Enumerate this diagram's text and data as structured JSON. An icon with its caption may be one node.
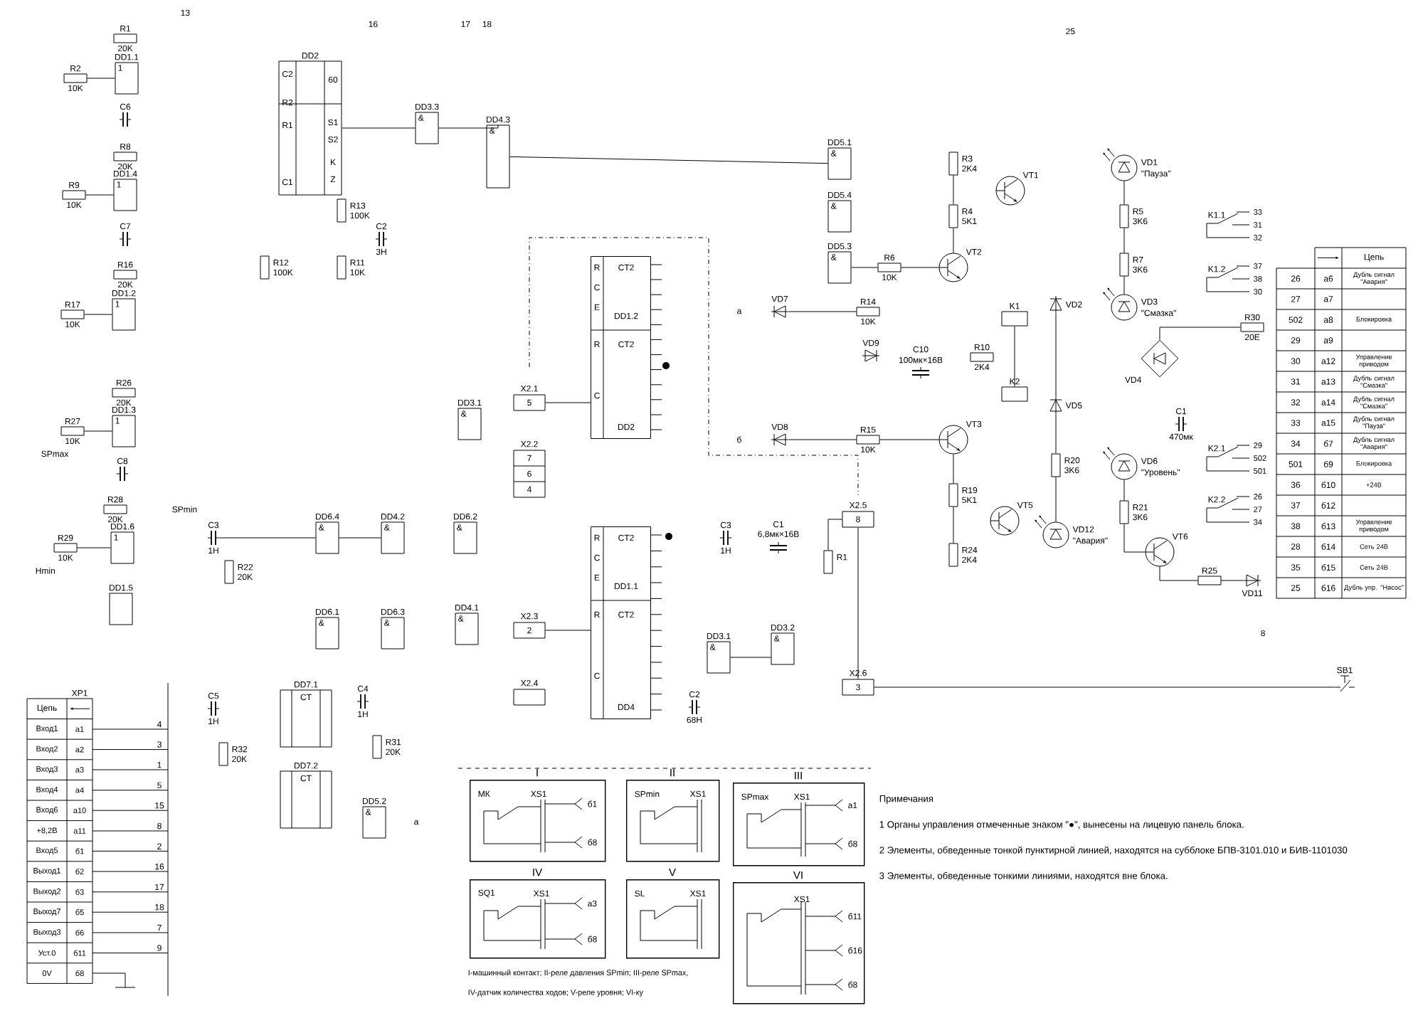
{
  "diagram": {
    "nodes": [
      {
        "text": [
          "R1",
          "20K"
        ]
      },
      {
        "text": [
          "R2",
          "10K"
        ]
      },
      {
        "text": [
          "DD1.1",
          "1"
        ]
      },
      {
        "text": [
          "C6"
        ]
      },
      {
        "text": [
          "R8",
          "20K"
        ]
      },
      {
        "text": [
          "R9",
          "10K"
        ]
      },
      {
        "text": [
          "DD1.4",
          "1"
        ]
      },
      {
        "text": [
          "C7"
        ]
      },
      {
        "text": [
          "R16",
          "20K"
        ]
      },
      {
        "text": [
          "R17",
          "10K"
        ]
      },
      {
        "text": [
          "DD1.2",
          "1"
        ]
      },
      {
        "text": [
          "R26",
          "20K"
        ]
      },
      {
        "text": [
          "R27",
          "10K"
        ]
      },
      {
        "text": [
          "DD1.3",
          "1"
        ]
      },
      {
        "text": [
          "C8"
        ]
      },
      {
        "text": [
          "R28",
          "20K"
        ]
      },
      {
        "text": [
          "R29",
          "10K"
        ]
      },
      {
        "text": [
          "DD1.6",
          "1"
        ]
      },
      {
        "text": [
          "DD1.5"
        ]
      },
      {
        "text": [
          "DD2",
          "C2",
          "R2",
          "R1",
          "C1",
          "60",
          "S1",
          "S2",
          "K",
          "Z"
        ]
      },
      {
        "text": [
          "DD3.3",
          "&"
        ]
      },
      {
        "text": [
          "R13",
          "100K"
        ]
      },
      {
        "text": [
          "R12",
          "100K"
        ]
      },
      {
        "text": [
          "R11",
          "10K"
        ]
      },
      {
        "text": [
          "C2",
          "3Н"
        ]
      },
      {
        "text": [
          "DD4.3",
          "&"
        ]
      },
      {
        "text": [
          "DD5.1",
          "&"
        ]
      },
      {
        "text": [
          "DD5.4",
          "&"
        ]
      },
      {
        "text": [
          "DD5.3",
          "&"
        ]
      },
      {
        "text": [
          "R6",
          "10K"
        ]
      },
      {
        "text": [
          "R14",
          "10K"
        ]
      },
      {
        "text": [
          "VD7"
        ]
      },
      {
        "text": [
          "VD8"
        ]
      },
      {
        "text": [
          "VD9"
        ]
      },
      {
        "text": [
          "C10",
          "100мк×16В"
        ]
      },
      {
        "text": [
          "R15",
          "10K"
        ]
      },
      {
        "text": [
          "R10",
          "2K4"
        ]
      },
      {
        "text": [
          "R3",
          "2K4"
        ]
      },
      {
        "text": [
          "R4",
          "5K1"
        ]
      },
      {
        "text": [
          "VT1"
        ]
      },
      {
        "text": [
          "VT2"
        ]
      },
      {
        "text": [
          "VT3"
        ]
      },
      {
        "text": [
          "R19",
          "5K1"
        ]
      },
      {
        "text": [
          "R24",
          "2K4"
        ]
      },
      {
        "text": [
          "VT5"
        ]
      },
      {
        "text": [
          "K1"
        ]
      },
      {
        "text": [
          "K2"
        ]
      },
      {
        "text": [
          "VD2"
        ]
      },
      {
        "text": [
          "VD5"
        ]
      },
      {
        "text": [
          "R20",
          "3K6"
        ]
      },
      {
        "text": [
          "VD12",
          "\"Авария\""
        ]
      },
      {
        "text": [
          "VD1",
          "\"Пауза\""
        ]
      },
      {
        "text": [
          "R5",
          "3K6"
        ]
      },
      {
        "text": [
          "R7",
          "3K6"
        ]
      },
      {
        "text": [
          "VD3",
          "\"Смазка\""
        ]
      },
      {
        "text": [
          "VD4"
        ]
      },
      {
        "text": [
          "C1",
          "470мк"
        ]
      },
      {
        "text": [
          "VD6",
          "\"Уровень\""
        ]
      },
      {
        "text": [
          "R21",
          "3K6"
        ]
      },
      {
        "text": [
          "VT6"
        ]
      },
      {
        "text": [
          "R25"
        ]
      },
      {
        "text": [
          "VD11"
        ]
      },
      {
        "text": [
          "R30",
          "20Е"
        ]
      },
      {
        "text": [
          "K1.1",
          "33",
          "31",
          "32"
        ]
      },
      {
        "text": [
          "K1.2",
          "37",
          "38",
          "30"
        ]
      },
      {
        "text": [
          "K2.1",
          "29",
          "502",
          "501"
        ]
      },
      {
        "text": [
          "K2.2",
          "26",
          "27",
          "34"
        ]
      },
      {
        "text": [
          "X2.1",
          "5"
        ]
      },
      {
        "text": [
          "DD1.2",
          "DD2",
          "R",
          "C",
          "E",
          "CT2",
          "R",
          "CT2",
          "C"
        ]
      },
      {
        "text": [
          "X2.2",
          "7",
          "6",
          "4"
        ]
      },
      {
        "text": [
          "X2.3",
          "2"
        ]
      },
      {
        "text": [
          "X2.4"
        ]
      },
      {
        "text": [
          "DD1.1",
          "DD4",
          "R",
          "C",
          "E",
          "CT2",
          "R",
          "CT2",
          "C"
        ]
      },
      {
        "text": [
          "C3",
          "1Н"
        ]
      },
      {
        "text": [
          "C1",
          "6,8мк×16В"
        ]
      },
      {
        "text": [
          "R1"
        ]
      },
      {
        "text": [
          "X2.5",
          "8"
        ]
      },
      {
        "text": [
          "X2.6",
          "3"
        ]
      },
      {
        "text": [
          "DD3.1",
          "&"
        ]
      },
      {
        "text": [
          "DD3.2",
          "&"
        ]
      },
      {
        "text": [
          "C2",
          "68Н"
        ]
      },
      {
        "text": [
          "C3",
          "1Н"
        ]
      },
      {
        "text": [
          "R22",
          "20K"
        ]
      },
      {
        "text": [
          "DD6.4",
          "&"
        ]
      },
      {
        "text": [
          "DD4.2",
          "&"
        ]
      },
      {
        "text": [
          "DD6.2",
          "&"
        ]
      },
      {
        "text": [
          "DD3.1",
          "&"
        ]
      },
      {
        "text": [
          "DD6.1",
          "&"
        ]
      },
      {
        "text": [
          "DD6.3",
          "&"
        ]
      },
      {
        "text": [
          "DD4.1",
          "&"
        ]
      },
      {
        "text": [
          "DD7.1",
          "CT"
        ]
      },
      {
        "text": [
          "DD7.2",
          "CT"
        ]
      },
      {
        "text": [
          "DD5.2",
          "&"
        ]
      },
      {
        "text": [
          "C5",
          "1Н"
        ]
      },
      {
        "text": [
          "R32",
          "20K"
        ]
      },
      {
        "text": [
          "C4",
          "1Н"
        ]
      },
      {
        "text": [
          "R31",
          "20K"
        ]
      },
      {
        "text": [
          "SB1"
        ]
      },
      {
        "text": [
          "I",
          "МК",
          "XS1",
          "б1",
          "б8"
        ]
      },
      {
        "text": [
          "II",
          "SPmin",
          "XS1"
        ]
      },
      {
        "text": [
          "III",
          "SPmax",
          "XS1",
          "а1",
          "б8"
        ]
      },
      {
        "text": [
          "IV",
          "SQ1",
          "XS1",
          "а3",
          "б8"
        ]
      },
      {
        "text": [
          "V",
          "SL",
          "XS1"
        ]
      },
      {
        "text": [
          "VI",
          "XS1",
          "б11",
          "б16",
          "б8"
        ]
      }
    ],
    "edges": [
      {
        "from": 1,
        "to": 2,
        "arrow": "none"
      },
      {
        "from": 5,
        "to": 6,
        "arrow": "none"
      },
      {
        "from": 9,
        "to": 10,
        "arrow": "none"
      },
      {
        "from": 12,
        "to": 13,
        "arrow": "none"
      },
      {
        "from": 16,
        "to": 17,
        "arrow": "none"
      },
      {
        "from": 19,
        "to": 20,
        "arrow": "none"
      },
      {
        "from": 20,
        "to": 25,
        "arrow": "none"
      },
      {
        "from": 25,
        "to": 26,
        "arrow": "none"
      },
      {
        "from": 28,
        "to": 29,
        "arrow": "none"
      },
      {
        "from": 29,
        "to": 40,
        "arrow": "none"
      },
      {
        "from": 31,
        "to": 30,
        "arrow": "none"
      },
      {
        "from": 32,
        "to": 35,
        "arrow": "none"
      },
      {
        "from": 35,
        "to": 41,
        "arrow": "none"
      },
      {
        "from": 37,
        "to": 38,
        "arrow": "none"
      },
      {
        "from": 38,
        "to": 40,
        "arrow": "none"
      },
      {
        "from": 41,
        "to": 42,
        "arrow": "none"
      },
      {
        "from": 42,
        "to": 43,
        "arrow": "none"
      },
      {
        "from": 45,
        "to": 46,
        "arrow": "none"
      },
      {
        "from": 47,
        "to": 48,
        "arrow": "none"
      },
      {
        "from": 48,
        "to": 49,
        "arrow": "none"
      },
      {
        "from": 49,
        "to": 50,
        "arrow": "none"
      },
      {
        "from": 51,
        "to": 52,
        "arrow": "none"
      },
      {
        "from": 52,
        "to": 53,
        "arrow": "none"
      },
      {
        "from": 53,
        "to": 54,
        "arrow": "none"
      },
      {
        "from": 57,
        "to": 58,
        "arrow": "none"
      },
      {
        "from": 58,
        "to": 59,
        "arrow": "none"
      },
      {
        "from": 59,
        "to": 60,
        "arrow": "none"
      },
      {
        "from": 60,
        "to": 61,
        "arrow": "none"
      },
      {
        "from": 62,
        "to": 55,
        "arrow": "none"
      },
      {
        "from": 67,
        "to": 68,
        "arrow": "none"
      },
      {
        "from": 70,
        "to": 72,
        "arrow": "none"
      },
      {
        "from": 76,
        "to": 75,
        "arrow": "none"
      },
      {
        "from": 76,
        "to": 77,
        "arrow": "none"
      },
      {
        "from": 77,
        "to": 97,
        "arrow": "none"
      },
      {
        "from": 81,
        "to": 83,
        "arrow": "none"
      },
      {
        "from": 83,
        "to": 84,
        "arrow": "none"
      },
      {
        "from": 78,
        "to": 79,
        "arrow": "none"
      }
    ],
    "labels": [
      "13",
      "16",
      "17",
      "18",
      "25",
      "SPmax",
      "SPmin",
      "Hmin",
      "а",
      "б",
      "8",
      "а",
      "XP1",
      "Цепь",
      "Вход1",
      "а1",
      "Вход2",
      "а2",
      "Вход3",
      "а3",
      "Вход4",
      "а4",
      "Вход6",
      "а10",
      "+8,2В",
      "а11",
      "Вход5",
      "б1",
      "Выход1",
      "б2",
      "Выход2",
      "б3",
      "Выход7",
      "б5",
      "Выход3",
      "б6",
      "Уст.0",
      "б11",
      "0V",
      "б8",
      "4",
      "3",
      "1",
      "5",
      "15",
      "8",
      "2",
      "16",
      "17",
      "18",
      "7",
      "9",
      "Цепь",
      "26",
      "а6",
      "Дубль сигнал \"Авария\"",
      "27",
      "а7",
      "502",
      "а8",
      "Блокировка",
      "29",
      "а9",
      "30",
      "а12",
      "Управление приводом",
      "31",
      "а13",
      "Дубль сигнал \"Смазка\"",
      "32",
      "а14",
      "Дубль сигнал \"Смазка\"",
      "33",
      "а15",
      "Дубль сигнал \"Пауза\"",
      "34",
      "б7",
      "Дубль сигнал \"Авария\"",
      "501",
      "б9",
      "Блокировка",
      "36",
      "б10",
      "+24В",
      "37",
      "б12",
      "38",
      "б13",
      "Управление приводом",
      "28",
      "б14",
      "Сеть 24В",
      "35",
      "б15",
      "Сеть 24В",
      "25",
      "б16",
      "Дубль упр. \"Насос\"",
      "Примечания",
      "1 Органы управления отмеченные знаком \"●\", вынесены на лицевую панель блока.",
      "2 Элементы, обведенные тонкой пунктирной линией, находятся на субблоке БПВ-3101.010 и БИВ-1101030",
      "3 Элементы, обведенные тонкими линиями, находятся вне блока.",
      "I-машинный контакт;  II-реле давления SPmin;  III-реле SPmax,",
      "IV-датчик количества ходов;  V-реле уровня;  VI-ку"
    ]
  }
}
